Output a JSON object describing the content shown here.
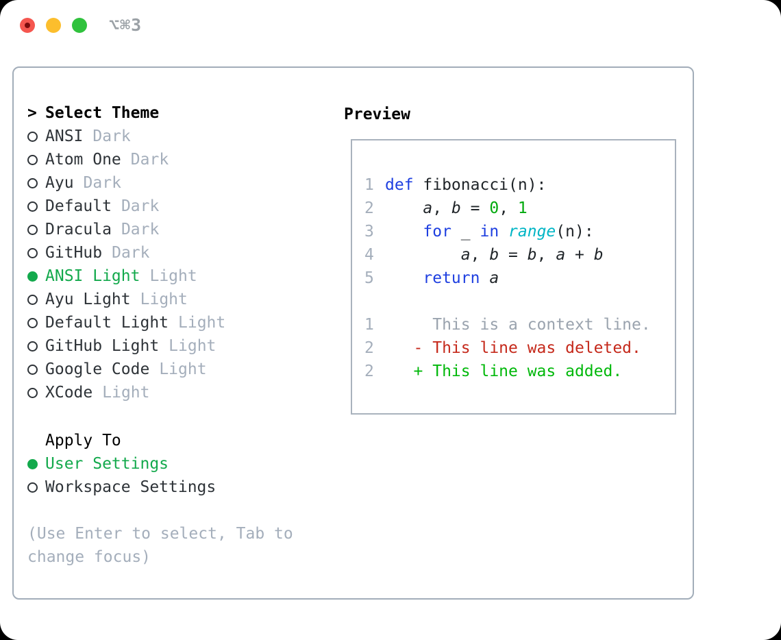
{
  "window": {
    "shortcut": "⌥⌘3",
    "traffic_light_colors": {
      "red": "#f5564f",
      "red_inner": "#7c0b0c",
      "yellow": "#fcbe2d",
      "green": "#30c23d"
    }
  },
  "theme_panel": {
    "header_prefix": ">",
    "header": "Select Theme",
    "items": [
      {
        "name": "ANSI",
        "badge": "Dark",
        "selected": false
      },
      {
        "name": "Atom One",
        "badge": "Dark",
        "selected": false
      },
      {
        "name": "Ayu",
        "badge": "Dark",
        "selected": false
      },
      {
        "name": "Default",
        "badge": "Dark",
        "selected": false
      },
      {
        "name": "Dracula",
        "badge": "Dark",
        "selected": false
      },
      {
        "name": "GitHub",
        "badge": "Dark",
        "selected": false
      },
      {
        "name": "ANSI Light",
        "badge": "Light",
        "selected": true
      },
      {
        "name": "Ayu Light",
        "badge": "Light",
        "selected": false
      },
      {
        "name": "Default Light",
        "badge": "Light",
        "selected": false
      },
      {
        "name": "GitHub Light",
        "badge": "Light",
        "selected": false
      },
      {
        "name": "Google Code",
        "badge": "Light",
        "selected": false
      },
      {
        "name": "XCode",
        "badge": "Light",
        "selected": false
      }
    ],
    "apply_to": {
      "header": "Apply To",
      "options": [
        {
          "label": "User Settings",
          "selected": true
        },
        {
          "label": "Workspace Settings",
          "selected": false
        }
      ]
    },
    "help_lines": [
      "(Use Enter to select, Tab to",
      "change focus)"
    ]
  },
  "preview": {
    "header": "Preview",
    "code_lines": [
      {
        "num": "1",
        "segments": [
          {
            "t": "def",
            "c": "kw"
          },
          {
            "t": " fibonacci(n):",
            "c": "plain"
          }
        ]
      },
      {
        "num": "2",
        "segments": [
          {
            "t": "    ",
            "c": "plain"
          },
          {
            "t": "a",
            "c": "var"
          },
          {
            "t": ", ",
            "c": "plain"
          },
          {
            "t": "b",
            "c": "var"
          },
          {
            "t": " = ",
            "c": "plain"
          },
          {
            "t": "0",
            "c": "num"
          },
          {
            "t": ", ",
            "c": "plain"
          },
          {
            "t": "1",
            "c": "num"
          }
        ]
      },
      {
        "num": "3",
        "segments": [
          {
            "t": "    ",
            "c": "plain"
          },
          {
            "t": "for",
            "c": "kw"
          },
          {
            "t": " _ ",
            "c": "plain"
          },
          {
            "t": "in",
            "c": "kw"
          },
          {
            "t": " ",
            "c": "plain"
          },
          {
            "t": "range",
            "c": "builtin"
          },
          {
            "t": "(n):",
            "c": "plain"
          }
        ]
      },
      {
        "num": "4",
        "segments": [
          {
            "t": "        ",
            "c": "plain"
          },
          {
            "t": "a",
            "c": "var"
          },
          {
            "t": ", ",
            "c": "plain"
          },
          {
            "t": "b",
            "c": "var"
          },
          {
            "t": " = ",
            "c": "plain"
          },
          {
            "t": "b",
            "c": "var"
          },
          {
            "t": ", ",
            "c": "plain"
          },
          {
            "t": "a",
            "c": "var"
          },
          {
            "t": " + ",
            "c": "plain"
          },
          {
            "t": "b",
            "c": "var"
          }
        ]
      },
      {
        "num": "5",
        "segments": [
          {
            "t": "    ",
            "c": "plain"
          },
          {
            "t": "return",
            "c": "kw"
          },
          {
            "t": " ",
            "c": "plain"
          },
          {
            "t": "a",
            "c": "var"
          }
        ]
      },
      {
        "num": "",
        "segments": []
      },
      {
        "num": "1",
        "segments": [
          {
            "t": "     This is a context line.",
            "c": "ctx"
          }
        ]
      },
      {
        "num": "2",
        "segments": [
          {
            "t": "   ",
            "c": "plain"
          },
          {
            "t": "- This line was deleted.",
            "c": "del"
          }
        ]
      },
      {
        "num": "2",
        "segments": [
          {
            "t": "   ",
            "c": "plain"
          },
          {
            "t": "+ This line was added.",
            "c": "add"
          }
        ]
      }
    ]
  },
  "colors": {
    "panel_border": "#a2adb9",
    "text_dark": "#2e3338",
    "text_gray": "#a4aebb",
    "ui_selected_green": "#13a94c",
    "keyword_blue": "#1e3fe0",
    "builtin_cyan": "#00b5c5",
    "number_green": "#00a90c",
    "added_green": "#00b80a",
    "deleted_red": "#c5291b"
  }
}
